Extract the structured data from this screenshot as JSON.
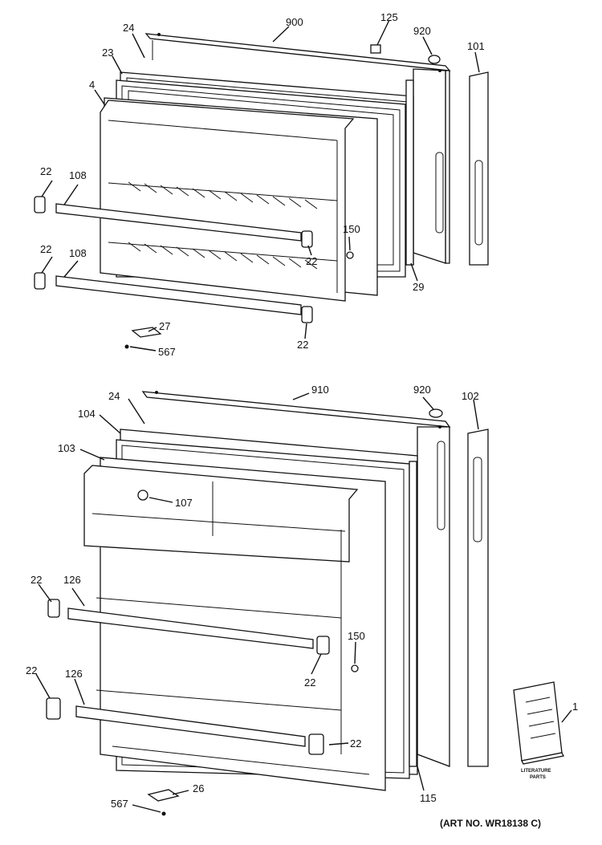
{
  "labels": {
    "l900": "900",
    "l125": "125",
    "l920a": "920",
    "l101": "101",
    "l24a": "24",
    "l23": "23",
    "l4": "4",
    "l22a": "22",
    "l108a": "108",
    "l22b": "22",
    "l108b": "108",
    "l150a": "150",
    "l22c": "22",
    "l29": "29",
    "l27": "27",
    "l567a": "567",
    "l22d": "22",
    "l910": "910",
    "l920b": "920",
    "l102": "102",
    "l24b": "24",
    "l104": "104",
    "l103": "103",
    "l107": "107",
    "l22e": "22",
    "l126a": "126",
    "l150b": "150",
    "l22f": "22",
    "l22g": "22",
    "l126b": "126",
    "l22h": "22",
    "l1": "1",
    "l115": "115",
    "l26": "26",
    "l567b": "567"
  },
  "literature": {
    "line1": "LITERATURE",
    "line2": "PARTS"
  },
  "art_number": "(ART NO. WR18138 C)"
}
